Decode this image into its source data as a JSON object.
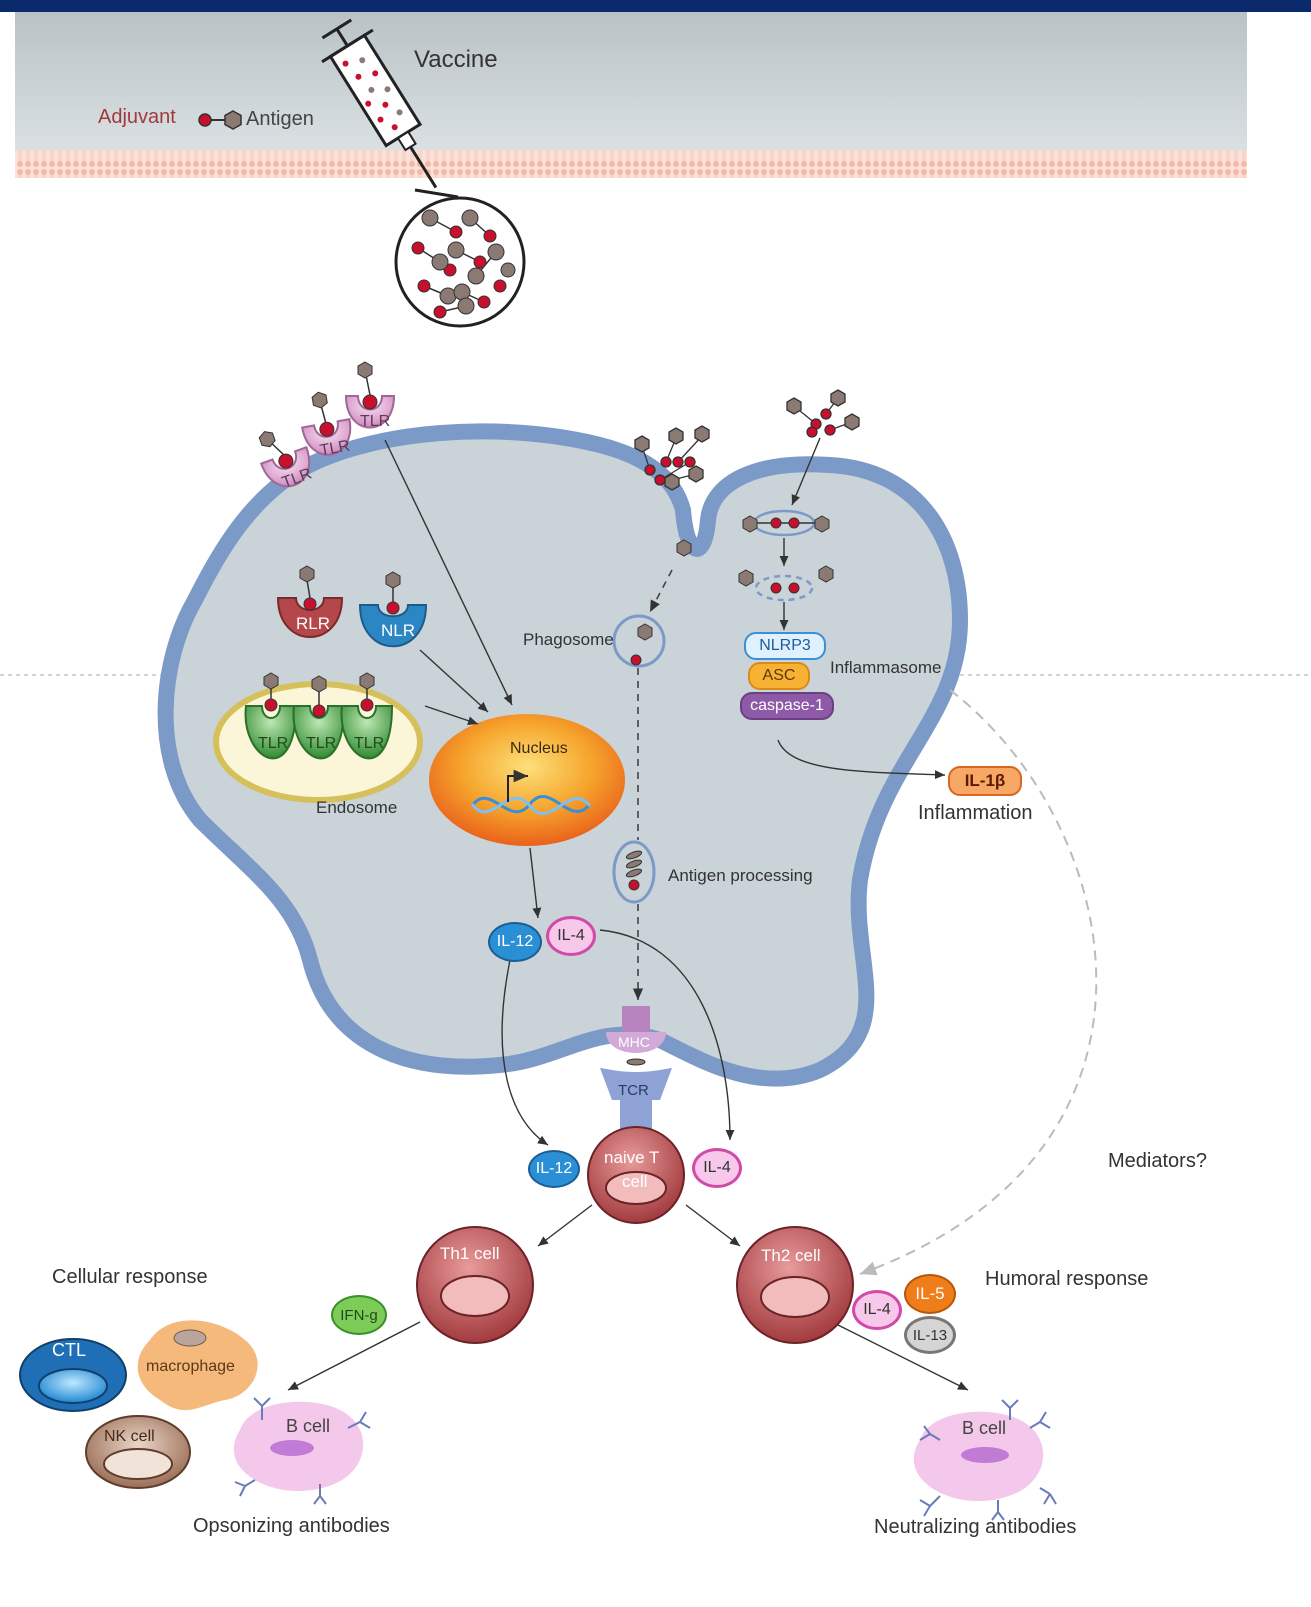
{
  "vaccine": {
    "title": "Vaccine",
    "adjuvant_label": "Adjuvant",
    "antigen_label": "Antigen"
  },
  "receptors": {
    "tlr": "TLR",
    "rlr": "RLR",
    "nlr": "NLR"
  },
  "compartments": {
    "phagosome": "Phagosome",
    "endosome": "Endosome",
    "nucleus": "Nucleus",
    "antigen_processing": "Antigen processing",
    "inflammasome": "Inflammasome"
  },
  "inflammasome": {
    "nlrp3": "NLRP3",
    "asc": "ASC",
    "caspase": "caspase-1"
  },
  "cytokines": {
    "il12": "IL-12",
    "il4": "IL-4",
    "il1b": "IL-1β",
    "ifng": "IFN-g",
    "il5": "IL-5",
    "il13": "IL-13"
  },
  "outcomes": {
    "inflammation": "Inflammation",
    "mediators": "Mediators?",
    "cellular_response": "Cellular response",
    "humoral_response": "Humoral response",
    "opsonizing": "Opsonizing antibodies",
    "neutralizing": "Neutralizing antibodies"
  },
  "cells": {
    "mhc": "MHC",
    "tcr": "TCR",
    "naive_t_line1": "naive T",
    "naive_t_line2": "cell",
    "th1": "Th1 cell",
    "th2": "Th2 cell",
    "ctl": "CTL",
    "macrophage": "macrophage",
    "nk": "NK cell",
    "b_cell": "B cell"
  },
  "colors": {
    "top_bar": "#0a2a6b",
    "cell_fill": "#c9d3d8",
    "cell_border": "#7c9ac8",
    "adjuvant_red": "#c8102e",
    "antigen_brown": "#8a7a73",
    "tlr_pink": "#e0a8d3",
    "tlr_green": "#3f9f3f",
    "nucleus_orange": "#f07d1c",
    "t_cell_red": "#b3474a",
    "b_cell_pink": "#f3c8ea"
  }
}
